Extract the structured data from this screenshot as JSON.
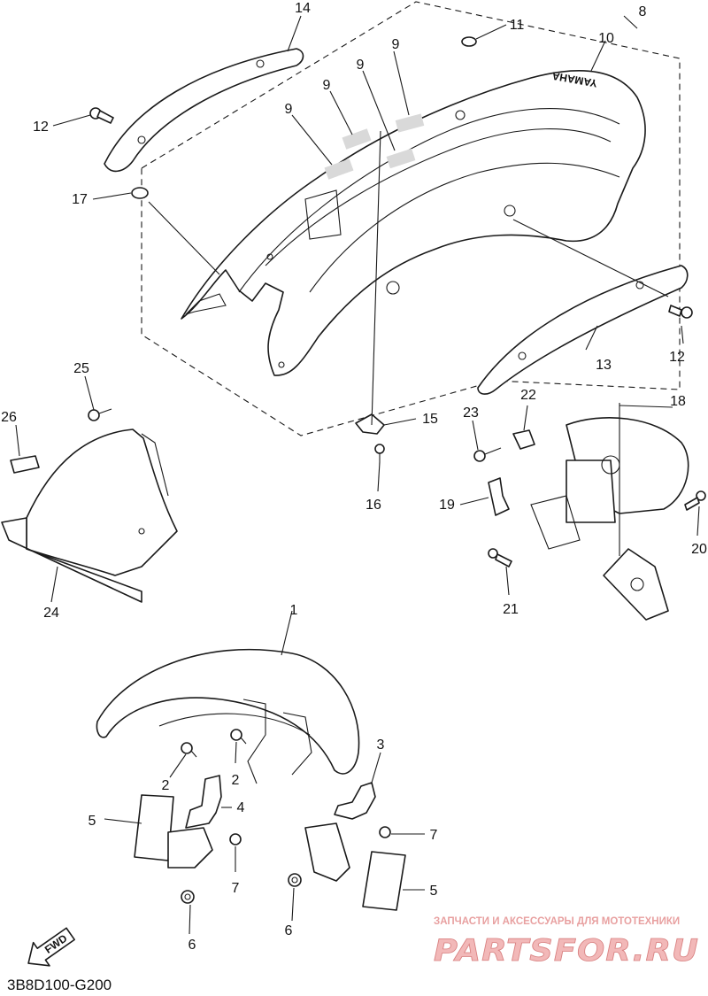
{
  "callouts": {
    "c1": "1",
    "c2a": "2",
    "c2b": "2",
    "c3": "3",
    "c4": "4",
    "c5a": "5",
    "c5b": "5",
    "c6a": "6",
    "c6b": "6",
    "c7a": "7",
    "c7b": "7",
    "c8": "8",
    "c9a": "9",
    "c9b": "9",
    "c9c": "9",
    "c9d": "9",
    "c10": "10",
    "c11": "11",
    "c12a": "12",
    "c12b": "12",
    "c13": "13",
    "c14": "14",
    "c15": "15",
    "c16": "16",
    "c17": "17",
    "c18": "18",
    "c19": "19",
    "c20": "20",
    "c21": "21",
    "c22": "22",
    "c23": "23",
    "c24": "24",
    "c25": "25",
    "c26": "26"
  },
  "fender_emblem": "YAMAHA",
  "fwd_label": "FWD",
  "diagram_code": "3B8D100-G200",
  "watermark": {
    "tagline": "ЗАПЧАСТИ И АКСЕССУАРЫ ДЛЯ МОТОТЕХНИКИ",
    "brand": "PARTSFOR.RU"
  }
}
